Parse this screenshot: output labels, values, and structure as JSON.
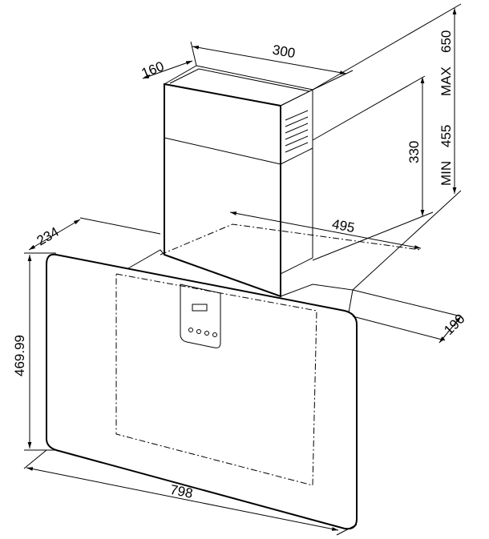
{
  "drawing": {
    "chimney_width": "300",
    "chimney_depth": "160",
    "height_max_value": "650",
    "height_max_label": "MAX",
    "height_min_value": "455",
    "height_min_label": "MIN",
    "chimney_height": "330",
    "bracket_width": "495",
    "hood_depth": "234",
    "bracket_depth": "190",
    "hood_height": "469.99",
    "hood_width": "798"
  }
}
